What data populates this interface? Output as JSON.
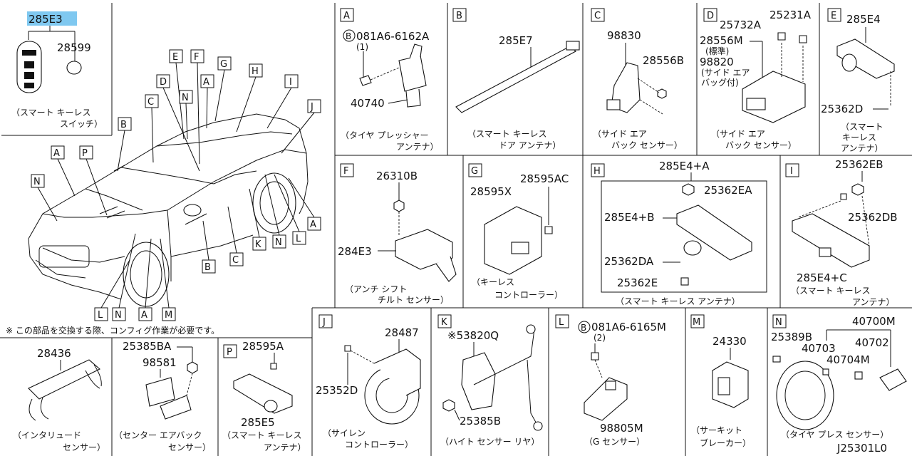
{
  "highlight_color": "#7fc8f0",
  "top_left": {
    "highlighted_part": "285E3",
    "part_28599": "28599",
    "caption_1": "（スマート キーレス",
    "caption_2": "スイッチ）"
  },
  "vehicle_callouts": {
    "E": "E",
    "F": "F",
    "G": "G",
    "H": "H",
    "D": "D",
    "N_top": "N",
    "A_top": "A",
    "I": "I",
    "C_top": "C",
    "J": "J",
    "B_top": "B",
    "A_left": "A",
    "P": "P",
    "N_left": "N",
    "K": "K",
    "N_mid": "N",
    "L_mid": "L",
    "A_right": "A",
    "B_mid": "B",
    "C_mid": "C",
    "L_bot": "L",
    "N_bot": "N",
    "A_bot": "A",
    "M_bot": "M"
  },
  "note": "※ この部品を交換する際、コンフィグ作業が必要です。",
  "panels": {
    "A": {
      "letter": "A",
      "bolt_prefix": "B",
      "bolt": "081A6-6162A",
      "qty": "(1)",
      "part": "40740",
      "caption_1": "（タイヤ プレッシャー",
      "caption_2": "アンテナ）"
    },
    "B": {
      "letter": "B",
      "part": "285E7",
      "caption_1": "（スマート キーレス",
      "caption_2": "ドア アンテナ）"
    },
    "C": {
      "letter": "C",
      "part_1": "98830",
      "part_2": "28556B",
      "caption_1": "（サイド エア",
      "caption_2": "バック センサー）"
    },
    "D": {
      "letter": "D",
      "part_1": "25732A",
      "part_2": "25231A",
      "part_3": "28556M",
      "std": "(標準)",
      "part_4": "98820",
      "side_1": "(サイド エア",
      "side_2": "バッグ付)",
      "caption_1": "（サイド エア",
      "caption_2": "バック センサー）"
    },
    "E": {
      "letter": "E",
      "part_1": "285E4",
      "part_2": "25362D",
      "caption_1": "（スマート",
      "caption_2": "キーレス",
      "caption_3": "アンテナ）"
    },
    "F": {
      "letter": "F",
      "part_1": "26310B",
      "part_2": "284E3",
      "caption_1": "（アンチ シフト",
      "caption_2": "チルト センサー）"
    },
    "G": {
      "letter": "G",
      "part_1": "28595X",
      "part_2": "28595AC",
      "caption_1": "（キーレス",
      "caption_2": "コントローラー）"
    },
    "H": {
      "letter": "H",
      "part_1": "285E4+A",
      "part_2": "25362EA",
      "part_3": "285E4+B",
      "part_4": "25362DA",
      "part_5": "25362E",
      "caption": "（スマート キーレス アンテナ）"
    },
    "I": {
      "letter": "I",
      "part_1": "25362EB",
      "part_2": "25362DB",
      "part_3": "285E4+C",
      "caption_1": "（スマート キーレス",
      "caption_2": "アンテナ）"
    },
    "28436": {
      "part": "28436",
      "caption_1": "（インタリュード",
      "caption_2": "センサー）"
    },
    "98581": {
      "part_1": "25385BA",
      "part_2": "98581",
      "caption_1": "（センター エアバック",
      "caption_2": "センサー）"
    },
    "P": {
      "letter": "P",
      "part_1": "28595A",
      "part_2": "285E5",
      "caption_1": "（スマート キーレス",
      "caption_2": "アンテナ）"
    },
    "J": {
      "letter": "J",
      "part_1": "28487",
      "part_2": "25352D",
      "caption_1": "（サイレン",
      "caption_2": "コントローラー）"
    },
    "K": {
      "letter": "K",
      "part_1": "※53820Q",
      "part_2": "25385B",
      "caption": "（ハイト センサー リヤ）"
    },
    "L": {
      "letter": "L",
      "bolt_prefix": "B",
      "bolt": "081A6-6165M",
      "qty": "(2)",
      "part": "98805M",
      "caption": "（G センサー）"
    },
    "M": {
      "letter": "M",
      "part": "24330",
      "caption_1": "（サーキット",
      "caption_2": "ブレーカー）"
    },
    "N": {
      "letter": "N",
      "part_1": "40700M",
      "part_2": "25389B",
      "part_3": "40703",
      "part_4": "40702",
      "part_5": "40704M",
      "caption": "（タイヤ プレス センサー）"
    }
  },
  "drawing_id": "J25301L0"
}
